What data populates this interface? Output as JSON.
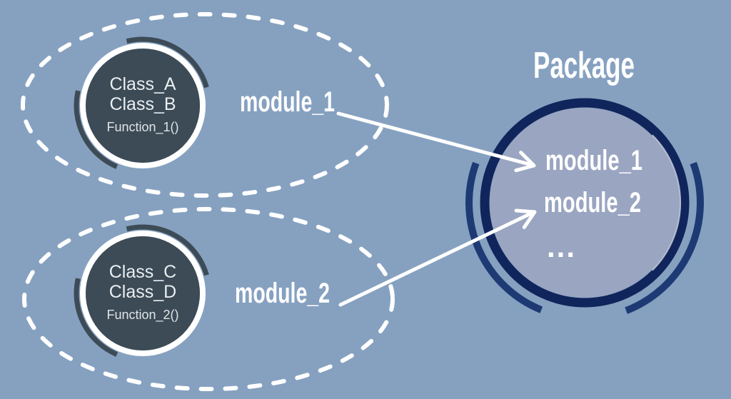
{
  "diagram": {
    "package": {
      "title": "Package",
      "modules": [
        "module_1",
        "module_2"
      ],
      "more_indicator": "..."
    },
    "clusters": [
      {
        "label": "module_1",
        "classes": [
          "Class_A",
          "Class_B"
        ],
        "function": "Function_1()"
      },
      {
        "label": "module_2",
        "classes": [
          "Class_C",
          "Class_D"
        ],
        "function": "Function_2()"
      }
    ]
  },
  "colors": {
    "background": "#86A1C0",
    "slate": "#3C4B56",
    "navy": "#10255B",
    "navy_accent": "#1E3A74",
    "package_fill": "#9AA5C1",
    "white": "#FFFFFF",
    "circle_text": "#E9EEF1"
  }
}
